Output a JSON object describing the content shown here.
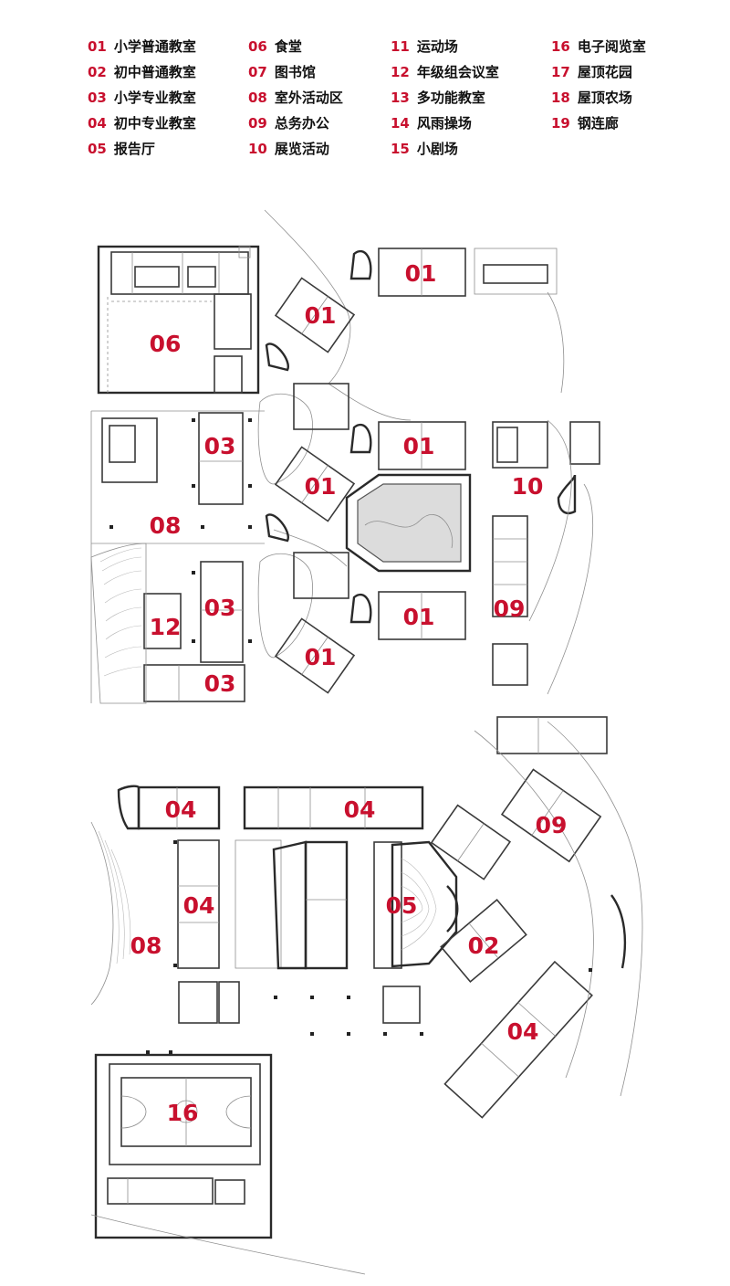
{
  "legend": [
    {
      "num": "01",
      "text": "小学普通教室"
    },
    {
      "num": "02",
      "text": "初中普通教室"
    },
    {
      "num": "03",
      "text": "小学专业教室"
    },
    {
      "num": "04",
      "text": "初中专业教室"
    },
    {
      "num": "05",
      "text": "报告厅"
    },
    {
      "num": "06",
      "text": "食堂"
    },
    {
      "num": "07",
      "text": "图书馆"
    },
    {
      "num": "08",
      "text": "室外活动区"
    },
    {
      "num": "09",
      "text": "总务办公"
    },
    {
      "num": "10",
      "text": "展览活动"
    },
    {
      "num": "11",
      "text": "运动场"
    },
    {
      "num": "12",
      "text": "年级组会议室"
    },
    {
      "num": "13",
      "text": "多功能教室"
    },
    {
      "num": "14",
      "text": "风雨操场"
    },
    {
      "num": "15",
      "text": "小剧场"
    },
    {
      "num": "16",
      "text": "电子阅览室"
    },
    {
      "num": "17",
      "text": "屋顶花园"
    },
    {
      "num": "18",
      "text": "屋顶农场"
    },
    {
      "num": "19",
      "text": "钢连廊"
    }
  ],
  "plan_labels": [
    "01",
    "01",
    "01",
    "01",
    "01",
    "01",
    "06",
    "03",
    "03",
    "03",
    "08",
    "12",
    "10",
    "09",
    "04",
    "04",
    "04",
    "05",
    "02",
    "08",
    "09",
    "04",
    "16"
  ],
  "colors": {
    "accent": "#c8102e",
    "text": "#111111",
    "line": "#3a3a3a"
  }
}
